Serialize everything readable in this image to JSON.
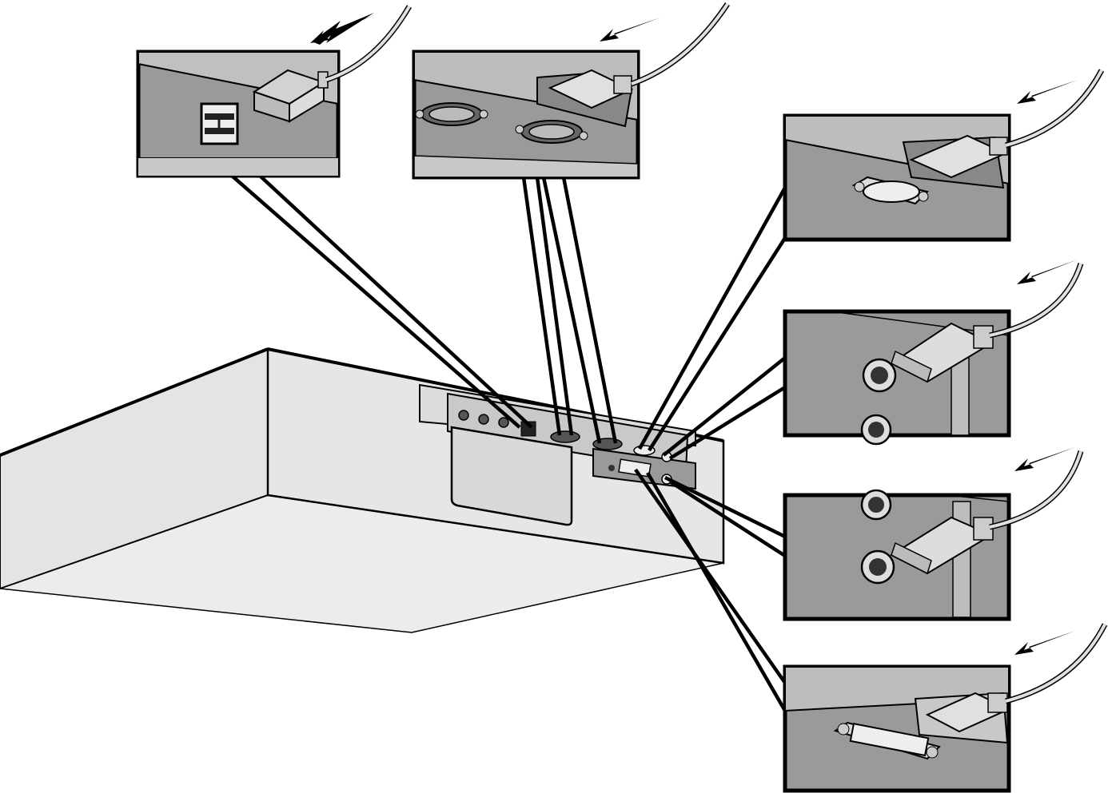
{
  "diagram": {
    "subject": "computer-rear-panel-cable-connections",
    "palette": {
      "outline": "#000000",
      "panel_bg": "#9a9a9a",
      "panel_light": "#c8c8c8",
      "case_light": "#e6e6e6",
      "case_mid": "#d4d4d4",
      "background": "#ffffff"
    },
    "callouts": [
      {
        "id": "power-connector",
        "icon": "power-plug-icon",
        "cable": "power-cable"
      },
      {
        "id": "serial-ports",
        "icon": "db9-connector-icon",
        "cable": "serial-cable"
      },
      {
        "id": "video-port",
        "icon": "vga-connector-icon",
        "cable": "monitor-cable"
      },
      {
        "id": "keyboard-port",
        "icon": "ps2-connector-icon",
        "cable": "keyboard-cable"
      },
      {
        "id": "mouse-port",
        "icon": "ps2-connector-icon",
        "cable": "mouse-cable"
      },
      {
        "id": "parallel-port",
        "icon": "db25-connector-icon",
        "cable": "printer-cable"
      }
    ]
  }
}
